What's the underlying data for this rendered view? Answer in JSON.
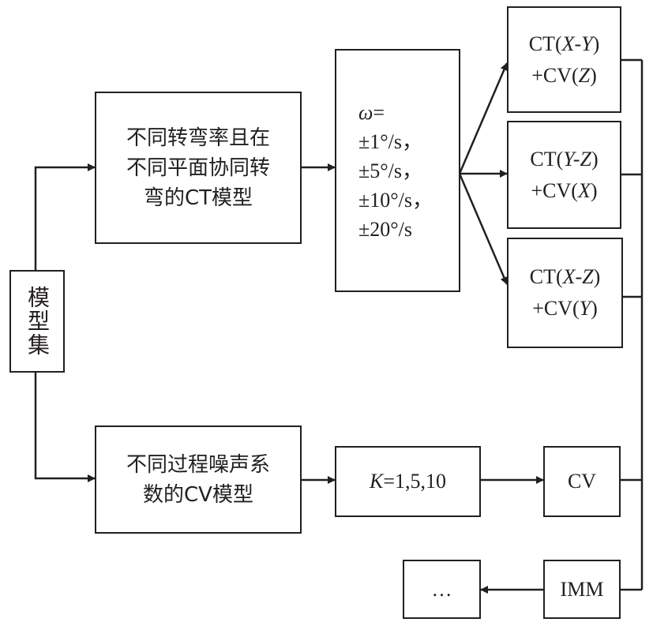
{
  "model_set": "模型集",
  "ct_branch": {
    "label": "不同转弯率且在\n不同平面协同转\n弯的CT模型"
  },
  "omega": {
    "symbol": "ω",
    "eq": "=",
    "values": [
      "±1°/s，",
      "±5°/s，",
      "±10°/s，",
      "±20°/s"
    ]
  },
  "ct_outputs": [
    {
      "ct_plane": "X-Y",
      "cv_axis": "Z"
    },
    {
      "ct_plane": "Y-Z",
      "cv_axis": "X"
    },
    {
      "ct_plane": "X-Z",
      "cv_axis": "Y"
    }
  ],
  "ct_prefix": "CT",
  "cv_prefix": "+CV",
  "cv_branch": {
    "label": "不同过程噪声系\n数的CV模型"
  },
  "k_box": {
    "symbol": "K",
    "value": "=1,5,10"
  },
  "cv_box": "CV",
  "imm_box": "IMM",
  "ellipsis_box": "…"
}
